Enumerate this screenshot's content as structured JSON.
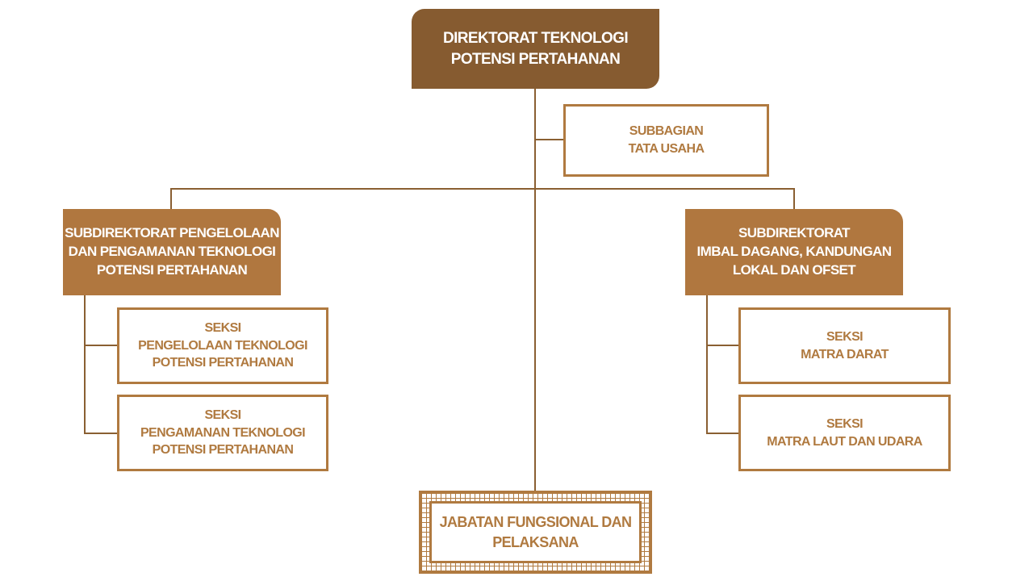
{
  "director": "DIREKTORAT TEKNOLOGI\nPOTENSI PERTAHANAN",
  "subbagian": "SUBBAGIAN\nTATA USAHA",
  "left_subdir": {
    "title": "SUBDIREKTORAT PENGELOLAAN\nDAN PENGAMANAN TEKNOLOGI\nPOTENSI PERTAHANAN",
    "sections": [
      "SEKSI\nPENGELOLAAN TEKNOLOGI\nPOTENSI PERTAHANAN",
      "SEKSI\nPENGAMANAN TEKNOLOGI\nPOTENSI PERTAHANAN"
    ]
  },
  "right_subdir": {
    "title": "SUBDIREKTORAT\nIMBAL DAGANG, KANDUNGAN\nLOKAL DAN OFSET",
    "sections": [
      "SEKSI\nMATRA DARAT",
      "SEKSI\nMATRA LAUT DAN UDARA"
    ]
  },
  "functional": "JABATAN FUNGSIONAL DAN\nPELAKSANA",
  "colors": {
    "dark": "#865b30",
    "mid": "#b0773f",
    "outline": "#b07a40"
  }
}
